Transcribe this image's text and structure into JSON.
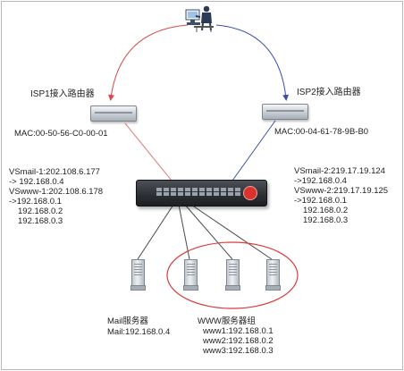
{
  "nodes": {
    "isp1_router": {
      "label": "ISP1接入路由器",
      "mac": "MAC:00-50-56-C0-00-01"
    },
    "isp2_router": {
      "label": "ISP2接入路由器",
      "mac": "MAC:00-04-61-78-9B-B0"
    },
    "mail_server": {
      "label": "Mail服务器",
      "address": "Mail:192.168.0.4"
    },
    "www_group": {
      "label": "WWW服务器组",
      "members": [
        "www1:192.168.0.1",
        "www2:192.168.0.2",
        "www3:192.168.0.3"
      ]
    }
  },
  "mappings": {
    "isp1": [
      "VSmail-1:202.108.6.177",
      "->  192.168.0.4",
      "VSwww-1:202.108.6.178",
      "->192.168.0.1",
      "192.168.0.2",
      "192.168.0.3"
    ],
    "isp2": [
      "VSmail-2:219.17.19.124",
      "->192.168.0.4",
      "VSwww-2:219.17.19.125",
      "->192.168.0.1",
      "192.168.0.2",
      "192.168.0.3"
    ]
  },
  "colors": {
    "isp1_link": "#d94a4a",
    "isp2_link": "#3b4fa8",
    "lan_link": "#4a4a4a",
    "server_group_ring": "#d83c3c"
  }
}
